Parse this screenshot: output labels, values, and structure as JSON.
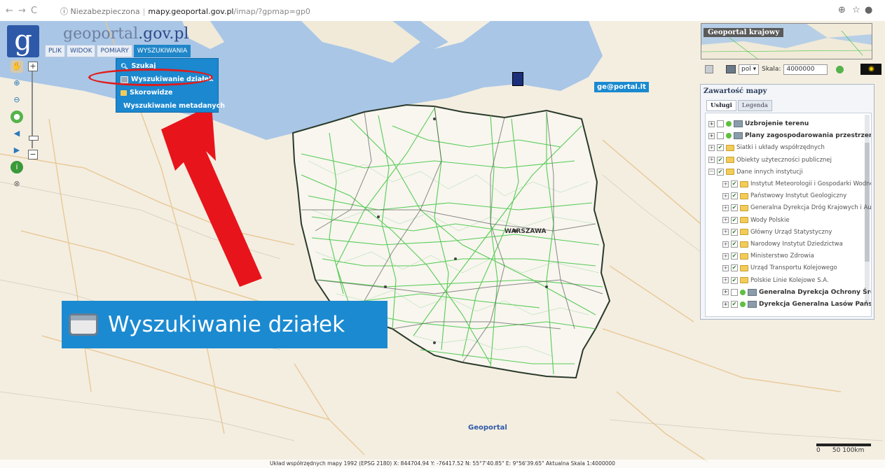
{
  "browser": {
    "security_label": "Niezabezpieczona",
    "host": "mapy.geoportal.gov.pl",
    "path": "/imap/?gpmap=gp0"
  },
  "app": {
    "logo_letter": "g",
    "logo_geo": "geoportal",
    "logo_rest": ".gov.pl",
    "menu": [
      "PLIK",
      "WIDOK",
      "POMIARY",
      "WYSZUKIWANIA"
    ],
    "active_menu": "WYSZUKIWANIA",
    "dropdown": [
      {
        "label": "Szukaj",
        "icon": "search-icon",
        "color": "#ffffff"
      },
      {
        "label": "Wyszukiwanie działek",
        "icon": "parcel-icon",
        "color": "#9aa9b8"
      },
      {
        "label": "Skorowidze",
        "icon": "index-icon",
        "color": "#f2cc5a"
      },
      {
        "label": "Wyszukiwanie metadanych",
        "icon": "metadata-icon",
        "color": "#5fbf3f"
      }
    ]
  },
  "callout": {
    "label": "Wyszukiwanie działek"
  },
  "map_labels": {
    "warszawa": "WARSZAWA",
    "geoportal_lt": "ge@portal.lt",
    "geoportal_bottom": "Geoportal",
    "scale_text": "50    100km",
    "scale_zero": "0"
  },
  "right_panel": {
    "minimap_label": "Geoportal krajowy",
    "language": "pol",
    "scale_label": "Skala:",
    "scale_value": "4000000",
    "title": "Zawartość mapy",
    "tabs": [
      "Usługi",
      "Legenda"
    ],
    "layers": [
      {
        "label": "Uzbrojenie terenu",
        "kind": "service",
        "indent": 0,
        "checked": false
      },
      {
        "label": "Plany zagospodarowania przestrzennego",
        "kind": "service",
        "indent": 0,
        "checked": false
      },
      {
        "label": "Siatki i układy współrzędnych",
        "kind": "folder",
        "indent": 0,
        "checked": true
      },
      {
        "label": "Obiekty użyteczności publicznej",
        "kind": "folder",
        "indent": 0,
        "checked": true
      },
      {
        "label": "Dane innych instytucji",
        "kind": "folder",
        "indent": 0,
        "checked": true
      },
      {
        "label": "Instytut Meteorologii i Gospodarki Wodnej",
        "kind": "folder",
        "indent": 1,
        "checked": true
      },
      {
        "label": "Państwowy Instytut Geologiczny",
        "kind": "folder",
        "indent": 1,
        "checked": true
      },
      {
        "label": "Generalna Dyrekcja Dróg Krajowych i Autostrad",
        "kind": "folder",
        "indent": 1,
        "checked": true
      },
      {
        "label": "Wody Polskie",
        "kind": "folder",
        "indent": 1,
        "checked": true
      },
      {
        "label": "Główny Urząd Statystyczny",
        "kind": "folder",
        "indent": 1,
        "checked": true
      },
      {
        "label": "Narodowy Instytut Dziedzictwa",
        "kind": "folder",
        "indent": 1,
        "checked": true
      },
      {
        "label": "Ministerstwo Zdrowia",
        "kind": "folder",
        "indent": 1,
        "checked": true
      },
      {
        "label": "Urząd Transportu Kolejowego",
        "kind": "folder",
        "indent": 1,
        "checked": true
      },
      {
        "label": "Polskie Linie Kolejowe S.A.",
        "kind": "folder",
        "indent": 1,
        "checked": true
      },
      {
        "label": "Generalna Dyrekcja Ochrony Środowisk",
        "kind": "service",
        "indent": 1,
        "checked": false
      },
      {
        "label": "Dyrekcja Generalna Lasów Państwowy",
        "kind": "service",
        "indent": 1,
        "checked": true
      }
    ]
  },
  "status": {
    "text": "Układ współrzędnych mapy 1992 (EPSG 2180)  X: 844704.94 Y: -76417.52  N: 55°7'40.85\" E: 9°56'39.65\"  Aktualna Skala 1:4000000"
  },
  "colors": {
    "accent": "#1b88cf",
    "highlight": "#e01b1b",
    "arrow": "#e8141b",
    "sea": "#a9c6e6",
    "land": "#f4eee1",
    "roads_green": "#3cc43c"
  }
}
